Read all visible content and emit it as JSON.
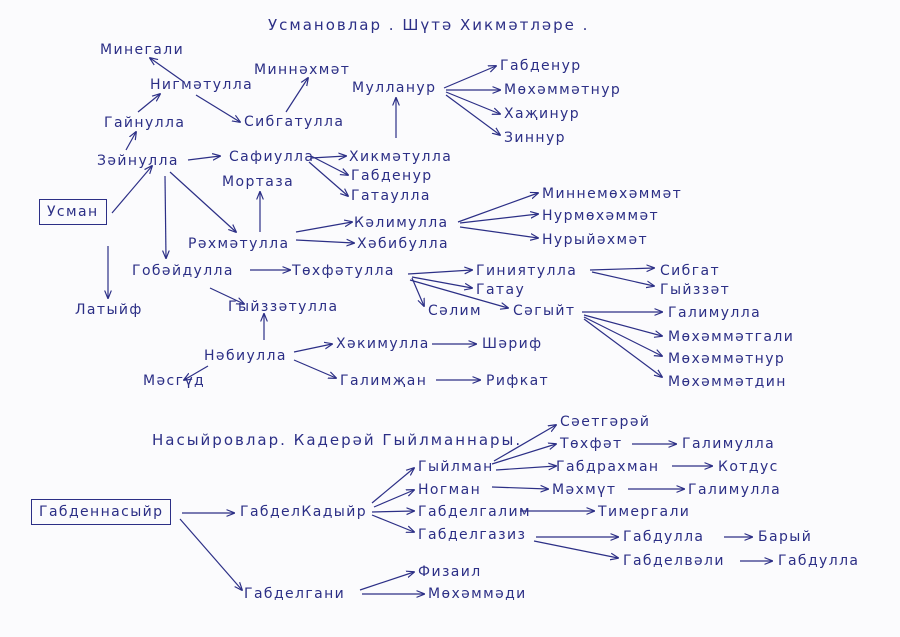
{
  "title1": "Усмановлар . Шүтә Хикмәтләре .",
  "title2": "Насыйровлар. Кадерәй Гыйлманнары.",
  "names": {
    "minegali": "Минегали",
    "nigmatulla": "Нигмәтулла",
    "minnahmat": "Миннәхмәт",
    "gainulla": "Гайнулла",
    "sibgatulla": "Сибгатулла",
    "mullanur": "Мулланур",
    "gabdenur1": "Габденур",
    "mohammatnur1": "Мөхәммәтнур",
    "hajinur": "Хаҗинур",
    "zinnur": "Зиннур",
    "zainulla": "Зәйнулла",
    "safiulla": "Сафиулла",
    "hikmatulla": "Хикмәтулла",
    "gabdenur2": "Габденур",
    "gataulla": "Гатаулла",
    "mortaza": "Мортаза",
    "usman": "Усман",
    "minnemohammat": "Миннемөхәммәт",
    "kalimulla": "Кәлимулла",
    "nurmohammat": "Нурмөхәммәт",
    "rahmatulla": "Рәхмәтулла",
    "habibulla": "Хәбибулла",
    "nuryahmat": "Нурыйәхмәт",
    "gobaidulla": "Гобәйдулла",
    "tohfatulla": "Төхфәтулла",
    "giniatulla": "Гиниятулла",
    "sibgat": "Сибгат",
    "gataw": "Гатау",
    "gyizzat": "Гыйззәт",
    "latyif": "Латыйф",
    "gyizzatulla": "Гыйззәтулла",
    "salim": "Сәлим",
    "sagyit": "Сәгыйт",
    "galimulla1": "Галимулла",
    "mohammatgali": "Мөхәммәтгали",
    "mohammatnur2": "Мөхәммәтнур",
    "mohammatdin": "Мөхәммәтдин",
    "habiulla": "Нәбиулла",
    "hakimulla": "Хәкимулла",
    "sharif": "Шәриф",
    "masgud": "Мәсгүд",
    "galimjan": "Галимҗан",
    "rifkat": "Рифкат",
    "saetgaray": "Сәетгәрәй",
    "tohfat": "Төхфәт",
    "galimulla2": "Галимулла",
    "gyilman": "Гыйлман",
    "gabdrahman": "Габдрахман",
    "kotdus": "Котдус",
    "nogman": "Ногман",
    "mahmut": "Мәхмүт",
    "galimulla3": "Галимулла",
    "gabdennasyir": "Габденнасыйр",
    "gabdelkadyir": "ГабделКадыйр",
    "gabdelgalim": "Габделгалим",
    "timergali": "Тимергали",
    "gabdelgaziz": "Габделгазиз",
    "gabdulla1": "Габдулла",
    "baryi": "Барый",
    "gabdelvali": "Габделвәли",
    "gabdulla2": "Габдулла",
    "fizail": "Физаил",
    "gabdelgani": "Габделгани",
    "mohammadi": "Мөхәммәди"
  },
  "colors": {
    "ink": "#2c2f86",
    "paper": "#fbfbfd"
  }
}
